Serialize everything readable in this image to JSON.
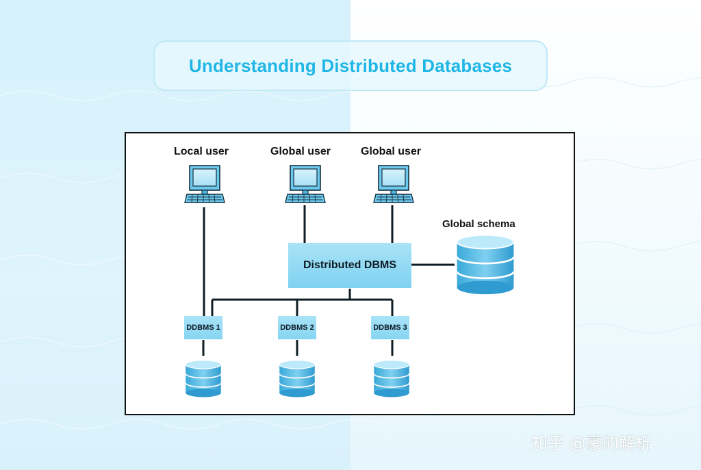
{
  "title": "Understanding Distributed Databases",
  "users": [
    {
      "label": "Local user"
    },
    {
      "label": "Global user"
    },
    {
      "label": "Global user"
    }
  ],
  "center": {
    "label": "Distributed DBMS"
  },
  "schema": {
    "label": "Global schema"
  },
  "nodes": [
    {
      "label": "DDBMS 1"
    },
    {
      "label": "DDBMS 2"
    },
    {
      "label": "DDBMS 3"
    }
  ],
  "watermark": {
    "text": "知乎 @豪的解析"
  },
  "colors": {
    "title": "#1fb6e6",
    "box_fill": "#86d5f2",
    "cylinder": "#1b8fc4",
    "line": "#0e1c24"
  },
  "icons": [
    "computer-icon",
    "database-icon"
  ]
}
